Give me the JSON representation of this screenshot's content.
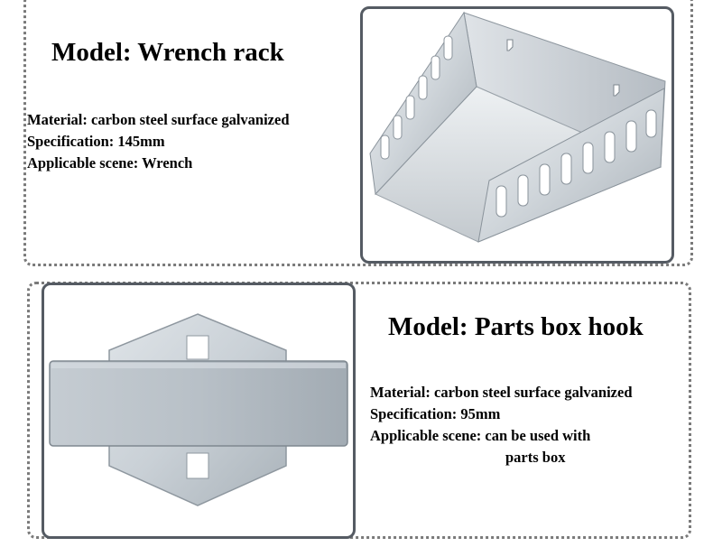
{
  "wrench_rack": {
    "title": "Model: Wrench rack",
    "material": "Material: carbon steel surface galvanized",
    "specification": "Specification: 145mm",
    "scene": "Applicable scene: Wrench"
  },
  "parts_box_hook": {
    "title": "Model: Parts box hook",
    "material": "Material: carbon steel surface galvanized",
    "specification": "Specification: 95mm",
    "scene_line1": "Applicable scene: can be used with",
    "scene_line2": "parts box"
  },
  "colors": {
    "frame_border": "#555b63",
    "dotted_border": "#7a7a7a",
    "steel_light": "#e4e8ec",
    "steel_dark": "#9aa3ab"
  }
}
